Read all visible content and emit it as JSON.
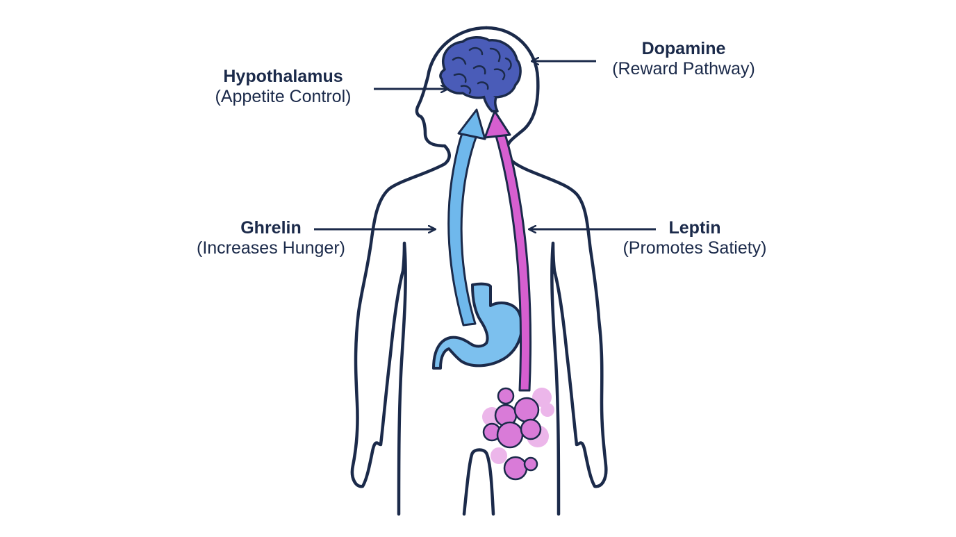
{
  "colors": {
    "outline": "#1b2a4a",
    "brain": "#4a5cb8",
    "ghrelin_arrow": "#6fb8ec",
    "leptin_arrow": "#d65fd0",
    "stomach": "#7cc0ee",
    "fat_cells": "#d97bd8",
    "fat_cells_light": "#ecb6ea"
  },
  "labels": {
    "hypothalamus": {
      "title": "Hypothalamus",
      "subtitle": "(Appetite Control)"
    },
    "dopamine": {
      "title": "Dopamine",
      "subtitle": "(Reward Pathway)"
    },
    "ghrelin": {
      "title": "Ghrelin",
      "subtitle": "(Increases Hunger)"
    },
    "leptin": {
      "title": "Leptin",
      "subtitle": "(Promotes Satiety)"
    }
  },
  "icons": [
    "human-body-outline",
    "brain-icon",
    "stomach-icon",
    "fat-cells-icon"
  ]
}
